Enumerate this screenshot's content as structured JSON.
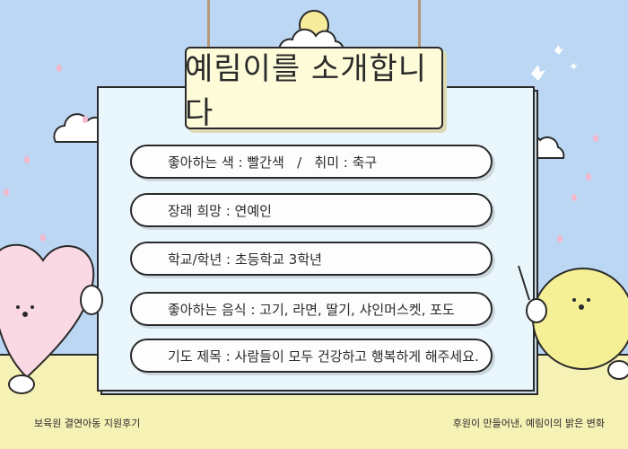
{
  "title": "예림이를 소개합니다",
  "items": [
    {
      "text": "좋아하는 색 : 빨간색   /   취미 : 축구"
    },
    {
      "text": "장래 희망 : 연예인"
    },
    {
      "text": "학교/학년 : 초등학교 3학년"
    },
    {
      "text": "좋아하는 음식 : 고기, 라면, 딸기, 샤인머스켓, 포도"
    },
    {
      "text": "기도 제목 : 사람들이 모두 건강하고 행복하게 해주세요."
    }
  ],
  "footer": {
    "left": "보육원 결연아동 지원후기",
    "right": "후원이 만들어낸, 예림이의 밝은 변화"
  },
  "colors": {
    "sky": "#bcd7f3",
    "ground": "#f6f1b4",
    "board": "#e9f6fc",
    "plate": "#fdfbd8",
    "sun": "#f7ec9c",
    "heart": "#fbd9e4",
    "blob": "#f5f095",
    "petal": "#f2b8cb"
  },
  "icons": [
    "sun-icon",
    "cloud-icon",
    "heart-character-icon",
    "yellow-character-icon",
    "bird-icon",
    "petal-icon"
  ]
}
